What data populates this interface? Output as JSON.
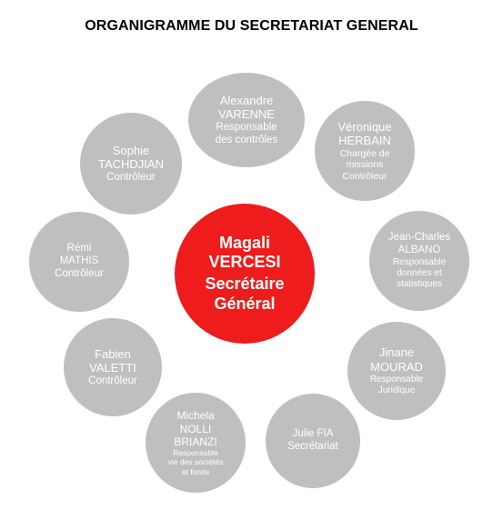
{
  "title": "ORGANIGRAMME DU SECRETARIAT GENERAL",
  "center": {
    "lines": [
      "Magali",
      "VERCESI",
      "Secrétaire",
      "Général"
    ],
    "color": "#ee1c1c"
  },
  "members_color": "#bfbfbf",
  "members": [
    {
      "name_lines": [
        "Alexandre",
        "VARENNE"
      ],
      "role_lines": [
        "Responsable",
        "des contrôles"
      ]
    },
    {
      "name_lines": [
        "Véronique",
        "HERBAIN"
      ],
      "role_lines": [
        "Chargée de",
        "missions",
        "Contrôleur"
      ]
    },
    {
      "name_lines": [
        "Jean-Charles",
        "ALBANO"
      ],
      "role_lines": [
        "Responsable",
        "données et",
        "statistiques"
      ]
    },
    {
      "name_lines": [
        "Jinane",
        "MOURAD"
      ],
      "role_lines": [
        "Responsable",
        "Juridique"
      ]
    },
    {
      "name_lines": [
        "Julie FIA"
      ],
      "role_lines": [
        "Secrétariat"
      ]
    },
    {
      "name_lines": [
        "Michela",
        "NOLLI",
        "BRIANZI"
      ],
      "role_lines": [
        "Responsable",
        "vie des sociétés",
        "et fonds"
      ]
    },
    {
      "name_lines": [
        "Fabien",
        "VALETTI"
      ],
      "role_lines": [
        "Contrôleur"
      ]
    },
    {
      "name_lines": [
        "Rémi",
        "MATHIS"
      ],
      "role_lines": [
        "Contrôleur"
      ]
    },
    {
      "name_lines": [
        "Sophie",
        "TACHDJIAN"
      ],
      "role_lines": [
        "Contrôleur"
      ]
    }
  ]
}
